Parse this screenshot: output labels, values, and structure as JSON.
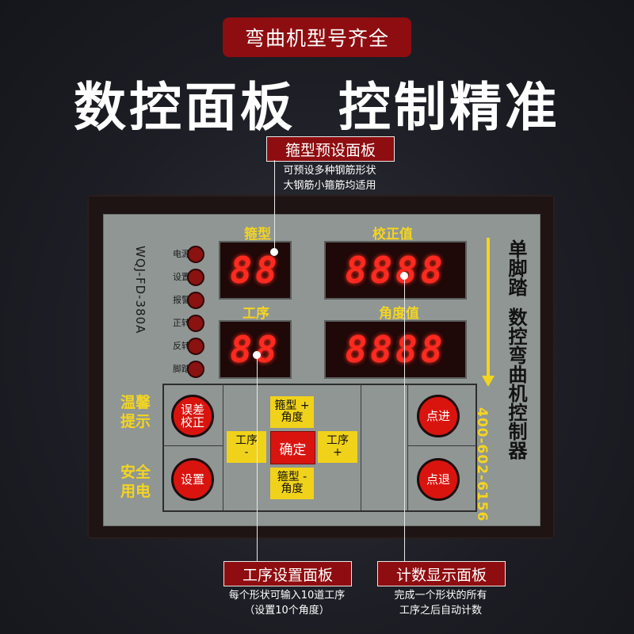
{
  "banner": {
    "badge": "弯曲机型号齐全",
    "headline": "数控面板  控制精准"
  },
  "callouts": {
    "stirrup_preset": {
      "title": "箍型预设面板",
      "desc": [
        "可预设多种钢筋形状",
        "大钢筋小箍筋均适用"
      ]
    },
    "process_setting": {
      "title": "工序设置面板",
      "desc": [
        "每个形状可输入10道工序",
        "（设置10个角度）"
      ]
    },
    "count_display": {
      "title": "计数显示面板",
      "desc": [
        "完成一个形状的所有",
        "工序之后自动计数"
      ]
    }
  },
  "controller": {
    "model": "WQJ-FD-380A",
    "display_labels": {
      "stirrup": "箍型",
      "correction": "校正值",
      "process": "工序",
      "angle": "角度值"
    },
    "display_values": {
      "stirrup": "88",
      "correction": "8888",
      "process": "88",
      "angle": "8888"
    },
    "indicators": [
      "电源",
      "设置",
      "报警",
      "正转",
      "反转",
      "脚踏"
    ],
    "side_title": [
      "单脚踏",
      "数控弯曲机控制器"
    ],
    "phone": "400-602-6156",
    "tips": [
      "温馨",
      "提示",
      "安全",
      "用电"
    ],
    "buttons": {
      "error_correction": "误差\n校正",
      "settings": "设置",
      "jog_forward": "点进",
      "jog_back": "点退",
      "confirm": "确定",
      "stirrup_angle_up": "箍型 +\n角度",
      "stirrup_angle_down": "箍型 -\n角度",
      "process_minus": "工序\n-",
      "process_plus": "工序\n+"
    }
  },
  "colors": {
    "accent_red": "#8e0d10",
    "panel_yellow": "#f3d421",
    "led_red": "#ff2a1f"
  }
}
